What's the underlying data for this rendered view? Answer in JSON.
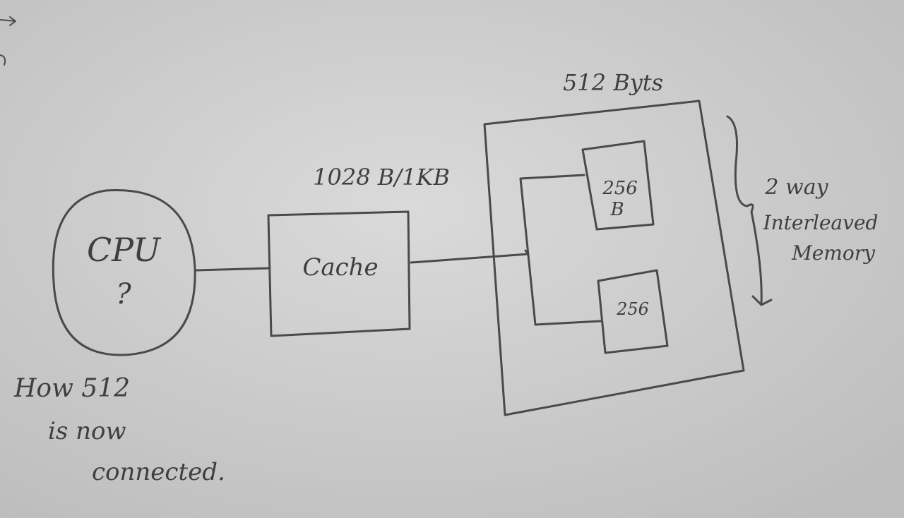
{
  "cpu": {
    "label": "CPU",
    "question": "?"
  },
  "cache": {
    "label": "Cache",
    "size_label": "1028 B/1KB"
  },
  "memory": {
    "size_label": "512 Byts",
    "bank_top": {
      "line1": "256",
      "line2": "B"
    },
    "bank_bottom": {
      "line1": "256"
    },
    "annotation": {
      "line1": "2 way",
      "line2": "Interleaved",
      "line3": "Memory"
    }
  },
  "question_note": {
    "line1": "How 512",
    "line2": "is now",
    "line3": "connected."
  },
  "colors": {
    "paper": "#cfcfcf",
    "ink": "#4a4a4a"
  }
}
